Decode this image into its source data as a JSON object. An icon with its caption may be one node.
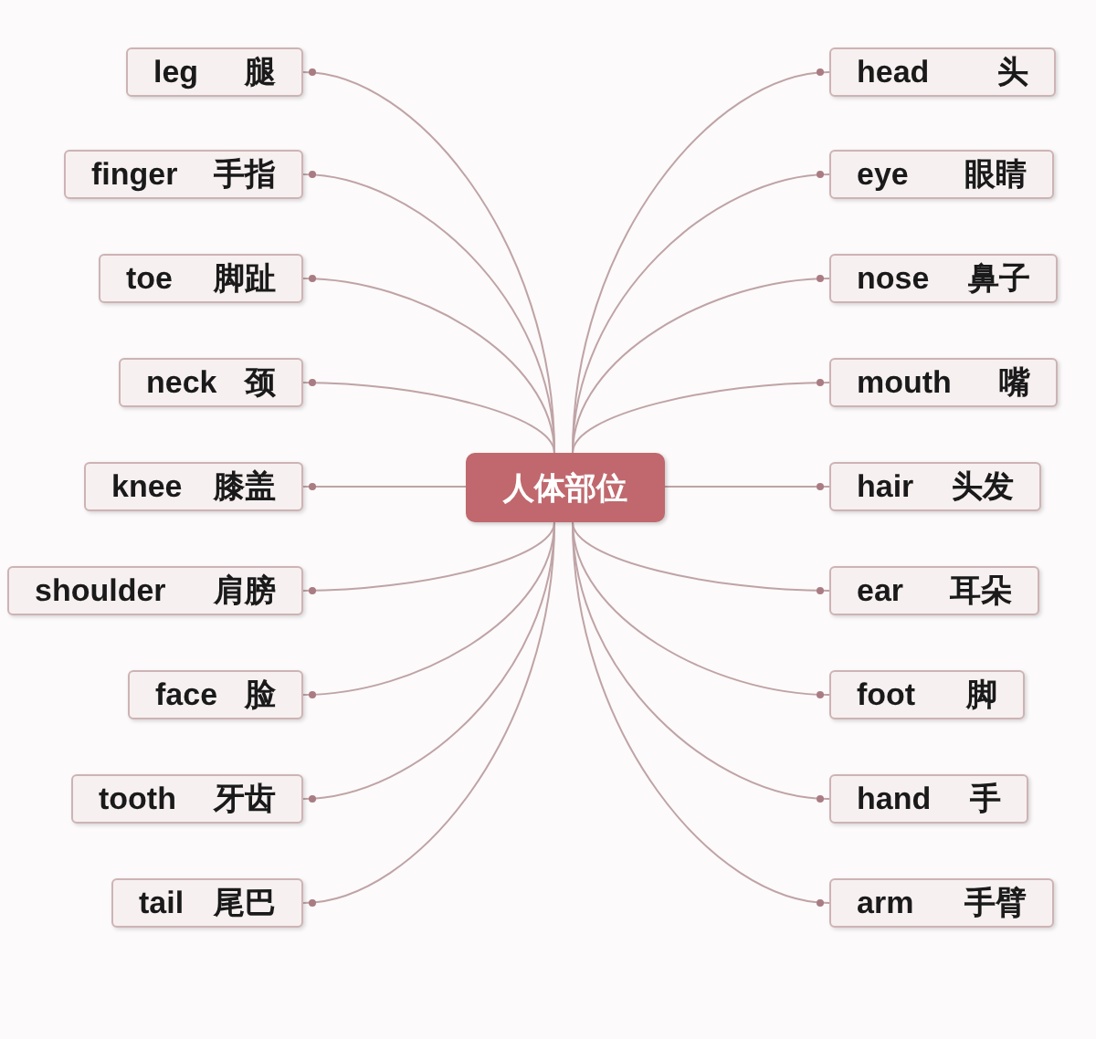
{
  "diagram": {
    "nodes": [
      {
        "text": [
          "人体部位"
        ]
      },
      {
        "text": [
          "leg",
          "腿"
        ]
      },
      {
        "text": [
          "finger",
          "手指"
        ]
      },
      {
        "text": [
          "toe",
          "脚趾"
        ]
      },
      {
        "text": [
          "neck",
          "颈"
        ]
      },
      {
        "text": [
          "knee",
          "膝盖"
        ]
      },
      {
        "text": [
          "shoulder",
          "肩膀"
        ]
      },
      {
        "text": [
          "face",
          "脸"
        ]
      },
      {
        "text": [
          "tooth",
          "牙齿"
        ]
      },
      {
        "text": [
          "tail",
          "尾巴"
        ]
      },
      {
        "text": [
          "head",
          "头"
        ]
      },
      {
        "text": [
          "eye",
          "眼睛"
        ]
      },
      {
        "text": [
          "nose",
          "鼻子"
        ]
      },
      {
        "text": [
          "mouth",
          "嘴"
        ]
      },
      {
        "text": [
          "hair",
          "头发"
        ]
      },
      {
        "text": [
          "ear",
          "耳朵"
        ]
      },
      {
        "text": [
          "foot",
          "脚"
        ]
      },
      {
        "text": [
          "hand",
          "手"
        ]
      },
      {
        "text": [
          "arm",
          "手臂"
        ]
      }
    ],
    "edges": [
      {
        "from": 0,
        "to": 1,
        "arrow": "other"
      },
      {
        "from": 0,
        "to": 2,
        "arrow": "other"
      },
      {
        "from": 0,
        "to": 3,
        "arrow": "other"
      },
      {
        "from": 0,
        "to": 4,
        "arrow": "other"
      },
      {
        "from": 0,
        "to": 5,
        "arrow": "other"
      },
      {
        "from": 0,
        "to": 6,
        "arrow": "other"
      },
      {
        "from": 0,
        "to": 7,
        "arrow": "other"
      },
      {
        "from": 0,
        "to": 8,
        "arrow": "other"
      },
      {
        "from": 0,
        "to": 9,
        "arrow": "other"
      },
      {
        "from": 0,
        "to": 10,
        "arrow": "other"
      },
      {
        "from": 0,
        "to": 11,
        "arrow": "other"
      },
      {
        "from": 0,
        "to": 12,
        "arrow": "other"
      },
      {
        "from": 0,
        "to": 13,
        "arrow": "other"
      },
      {
        "from": 0,
        "to": 14,
        "arrow": "other"
      },
      {
        "from": 0,
        "to": 15,
        "arrow": "other"
      },
      {
        "from": 0,
        "to": 16,
        "arrow": "other"
      },
      {
        "from": 0,
        "to": 17,
        "arrow": "other"
      },
      {
        "from": 0,
        "to": 18,
        "arrow": "other"
      }
    ]
  }
}
